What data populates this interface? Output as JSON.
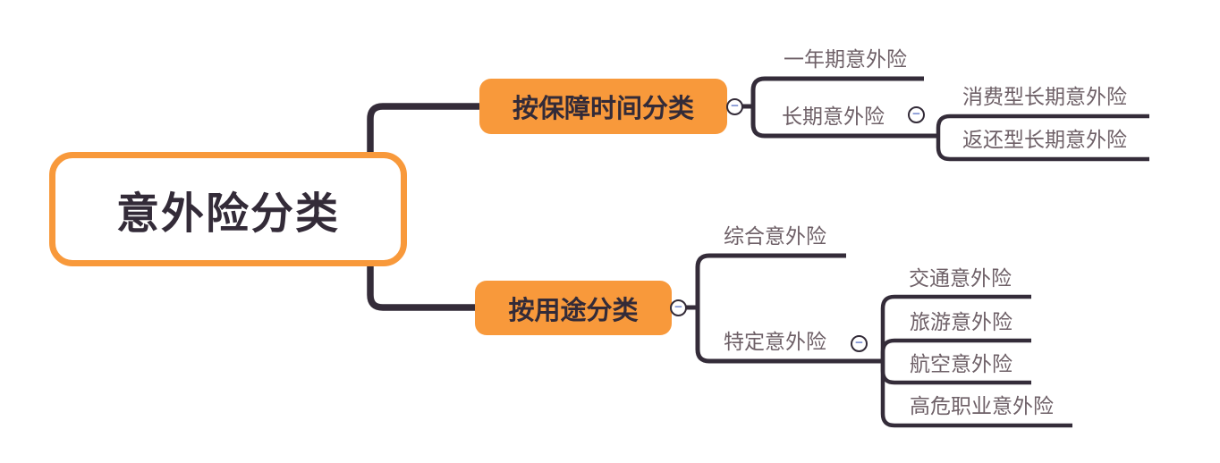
{
  "app": {
    "kind": "mind-map-canvas"
  },
  "colors": {
    "background": "#FFFFFF",
    "accent_orange": "#F8993B",
    "line_dark": "#342C39",
    "node_text": "#332B38",
    "leaf_text": "#6E6067",
    "collapse_minus_blue": "#7C90D2"
  },
  "ui": {
    "collapse_glyph": "−"
  },
  "mindmap": {
    "root": {
      "label": "意外险分类"
    },
    "branches": [
      {
        "label": "按保障时间分类",
        "collapsed": false,
        "children": [
          {
            "label": "一年期意外险"
          },
          {
            "label": "长期意外险",
            "collapsed": false,
            "children": [
              {
                "label": "消费型长期意外险"
              },
              {
                "label": "返还型长期意外险"
              }
            ]
          }
        ]
      },
      {
        "label": "按用途分类",
        "collapsed": false,
        "children": [
          {
            "label": "综合意外险"
          },
          {
            "label": "特定意外险",
            "collapsed": false,
            "children": [
              {
                "label": "交通意外险"
              },
              {
                "label": "旅游意外险"
              },
              {
                "label": "航空意外险"
              },
              {
                "label": "高危职业意外险"
              }
            ]
          }
        ]
      }
    ]
  }
}
